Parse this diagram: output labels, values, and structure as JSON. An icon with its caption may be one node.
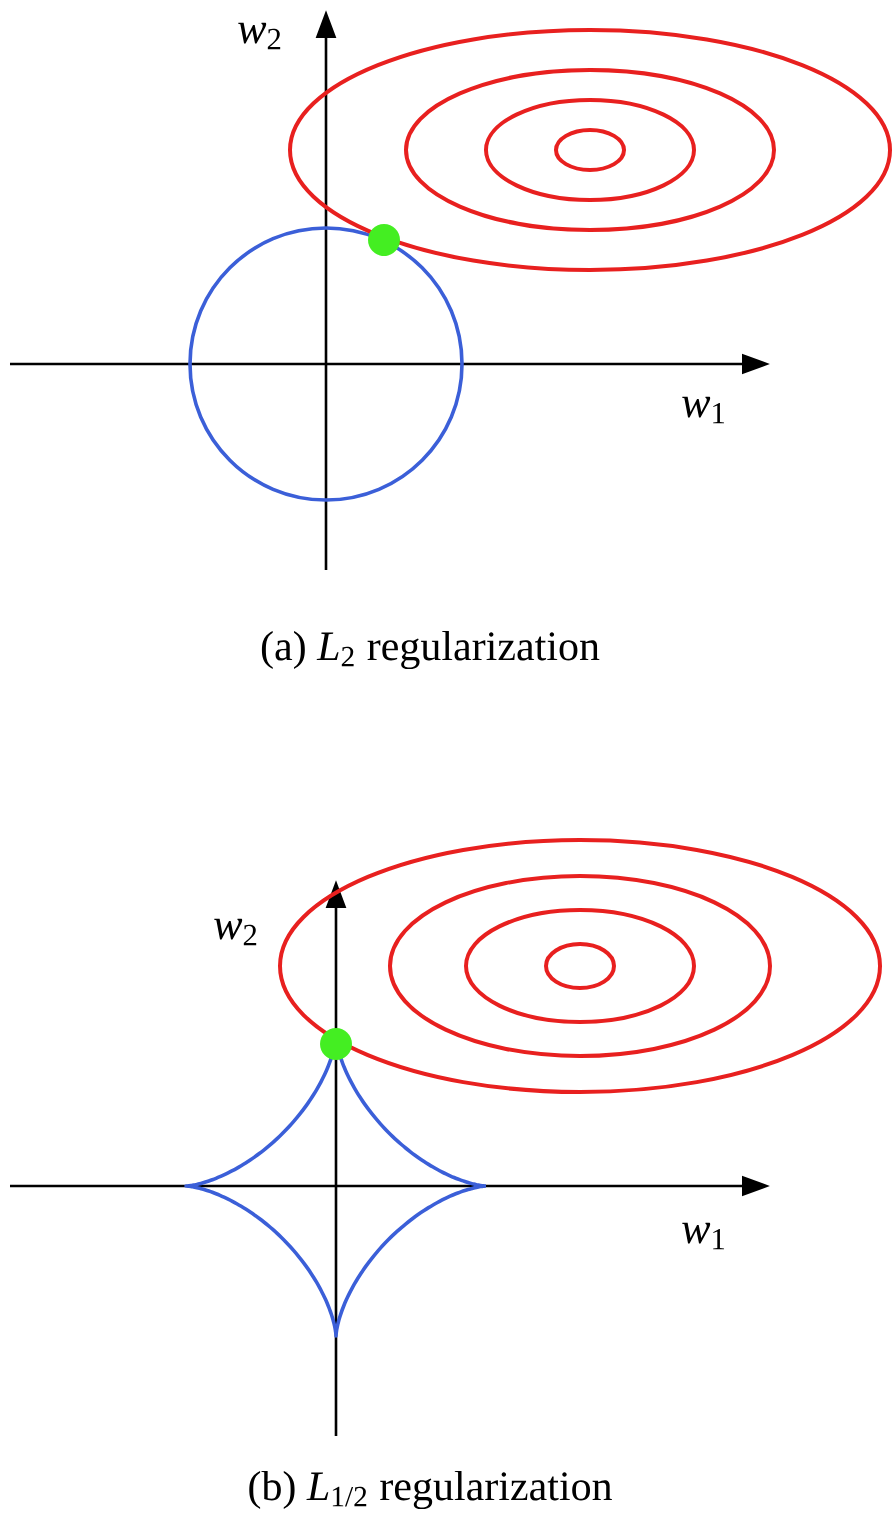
{
  "diagram": {
    "labels": [
      "*w*$_{2}$",
      "*w*$_{1}$",
      "(a) *L*$_{2}$ regularization",
      "*w*$_{2}$",
      "*w*$_{1}$",
      "(b) *L*$_{1/2}$ regularization"
    ]
  }
}
